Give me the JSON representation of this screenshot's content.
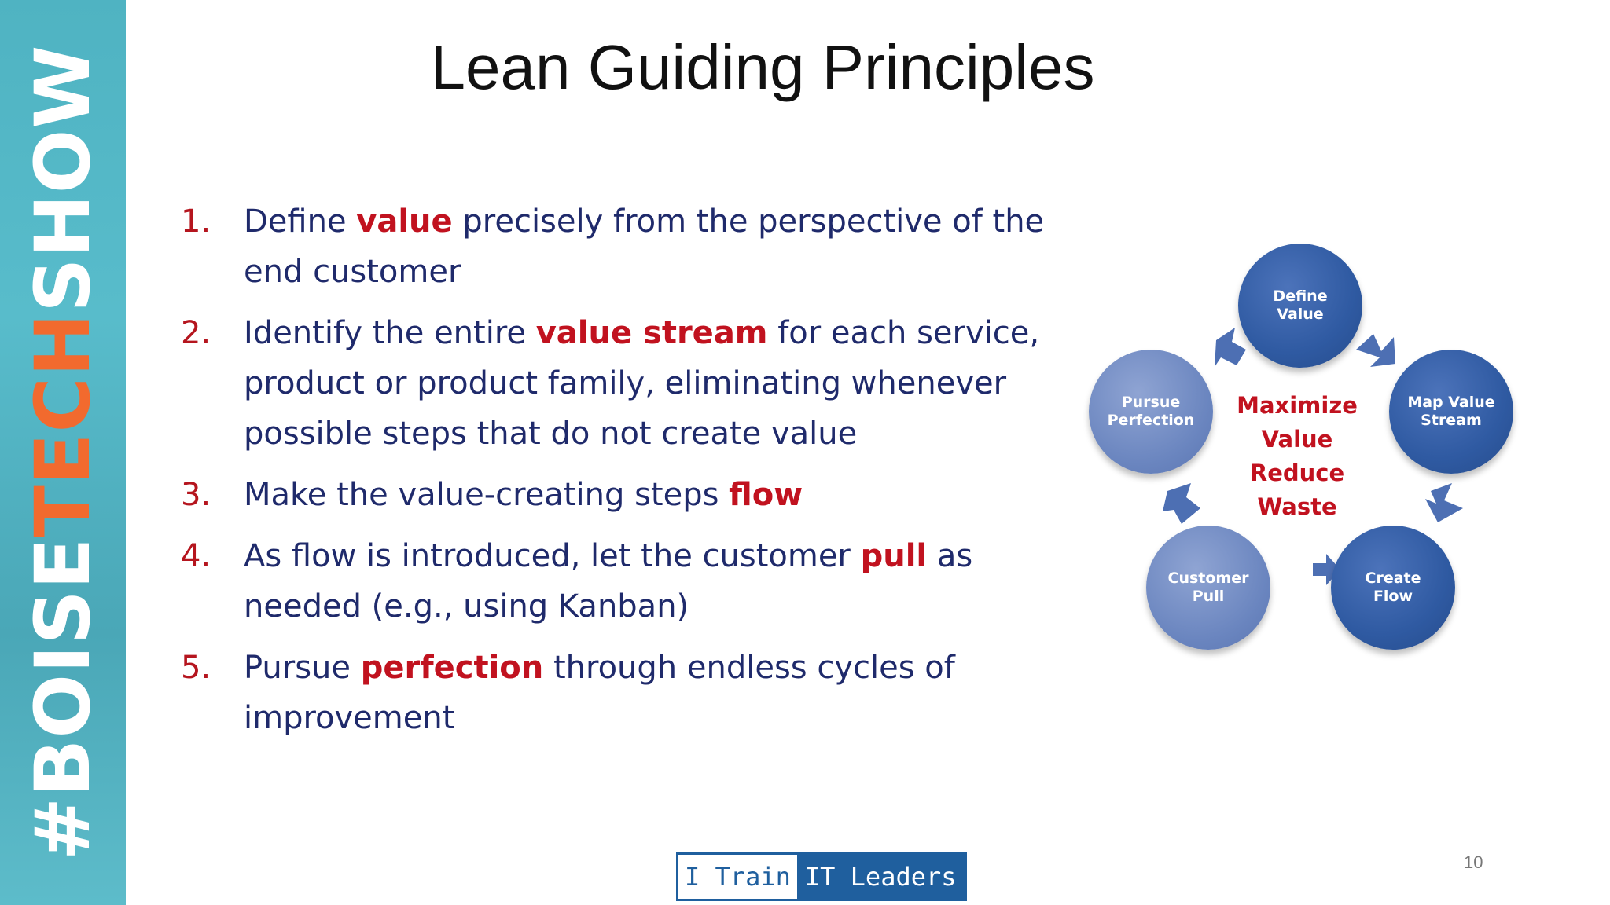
{
  "sidebar": {
    "hash": "#",
    "boise": "BOISE",
    "tech": "TECH",
    "show": "SHOW"
  },
  "title": "Lean Guiding Principles",
  "items": [
    {
      "num": "1.",
      "before": "Define ",
      "kw": "value",
      "after": " precisely from the perspective of the end customer"
    },
    {
      "num": "2.",
      "before": "Identify the entire ",
      "kw": "value stream",
      "after": " for each service, product or product family, eliminating whenever possible steps that do not create value"
    },
    {
      "num": "3.",
      "before": "Make the value-creating steps ",
      "kw": "flow",
      "after": ""
    },
    {
      "num": "4.",
      "before": "As flow is introduced, let the customer ",
      "kw": "pull",
      "after": " as needed (e.g., using Kanban)"
    },
    {
      "num": "5.",
      "before": "Pursue ",
      "kw": "perfection",
      "after": " through endless cycles of improvement"
    }
  ],
  "diagram": {
    "nodes": {
      "define_value": "Define Value",
      "map_value_stream": "Map Value Stream",
      "create_flow": "Create Flow",
      "customer_pull": "Customer Pull",
      "pursue_perfection": "Pursue Perfection"
    },
    "center": [
      "Maximize",
      "Value",
      "Reduce",
      "Waste"
    ]
  },
  "logo": {
    "part1": "I Train",
    "part2": "IT Leaders"
  },
  "page_number": "10",
  "colors": {
    "sidebar": "#4fb3c2",
    "tech": "#f26a2e",
    "text": "#1f2a6b",
    "keyword": "#c1121f",
    "node": "#2f5aa2",
    "node_light": "#6a85bf"
  }
}
